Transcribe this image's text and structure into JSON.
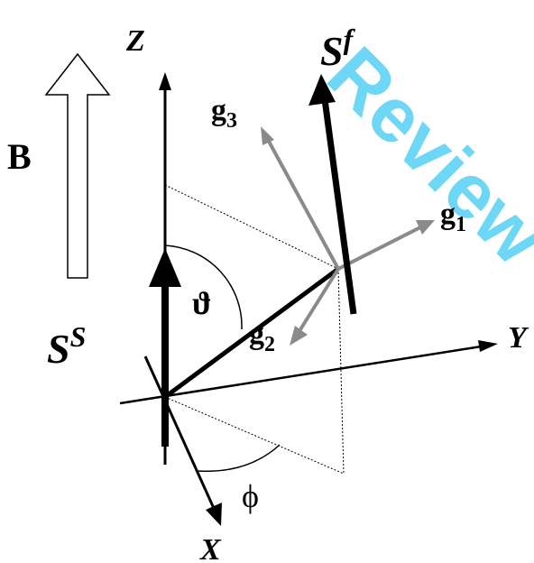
{
  "watermark": {
    "text": "Review",
    "color": "#5fd3f5"
  },
  "labels": {
    "z_axis": "Z",
    "y_axis": "Y",
    "x_axis": "X",
    "field": "B",
    "s_f_base": "S",
    "s_f_sup": "f",
    "s_s_base": "S",
    "s_s_sup": "S",
    "g1_base": "g",
    "g1_sub": "1",
    "g2_base": "g",
    "g2_sub": "2",
    "g3_base": "g",
    "g3_sub": "3",
    "theta": "ϑ",
    "phi": "ϕ"
  },
  "colors": {
    "ink": "#000000",
    "gray_vector": "#8a8a8a",
    "paper": "#ffffff"
  },
  "icons": [
    "open-arrow-icon",
    "arrowhead-icon"
  ]
}
